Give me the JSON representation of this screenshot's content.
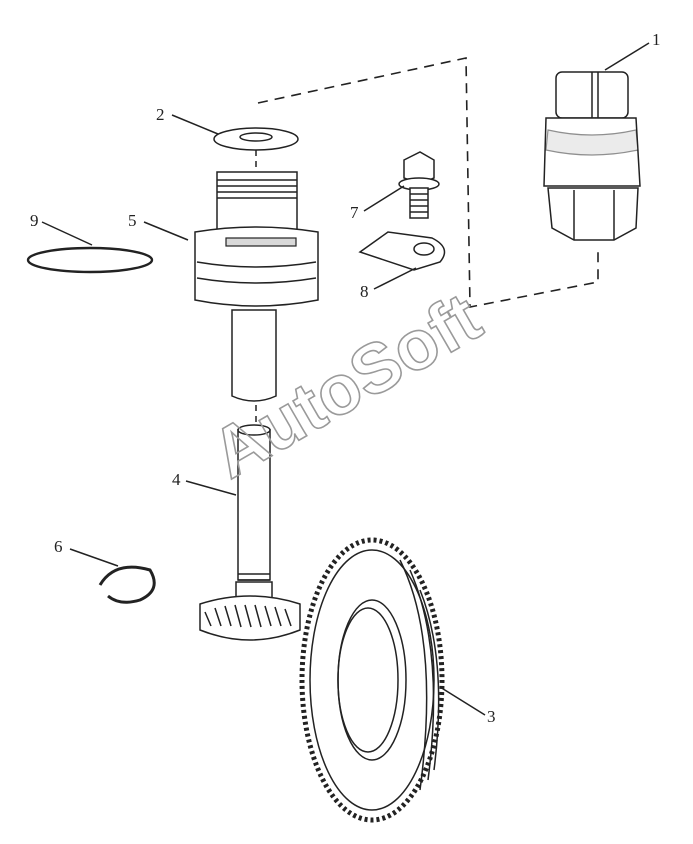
{
  "callouts": [
    {
      "id": "1",
      "text": "1"
    },
    {
      "id": "2",
      "text": "2"
    },
    {
      "id": "3",
      "text": "3"
    },
    {
      "id": "4",
      "text": "4"
    },
    {
      "id": "5",
      "text": "5"
    },
    {
      "id": "6",
      "text": "6"
    },
    {
      "id": "7",
      "text": "7"
    },
    {
      "id": "8",
      "text": "8"
    },
    {
      "id": "9",
      "text": "9"
    }
  ],
  "watermark": "AutoSoft"
}
